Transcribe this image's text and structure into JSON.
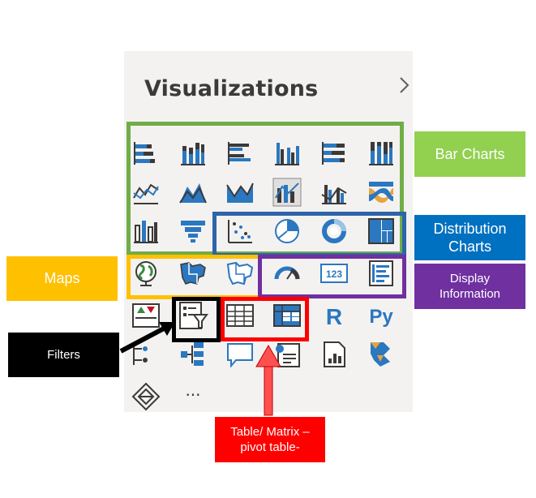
{
  "panel": {
    "title": "Visualizations",
    "expand_icon": "chevron-right-icon",
    "icons": [
      "stacked-bar-chart-icon",
      "stacked-column-chart-icon",
      "clustered-bar-chart-icon",
      "clustered-column-chart-icon",
      "100-stacked-bar-chart-icon",
      "100-stacked-column-chart-icon",
      "line-chart-icon",
      "area-chart-icon",
      "stacked-area-chart-icon",
      "line-and-stacked-column-chart-icon",
      "line-and-clustered-column-chart-icon",
      "ribbon-chart-icon",
      "waterfall-chart-icon",
      "funnel-chart-icon",
      "scatter-chart-icon",
      "pie-chart-icon",
      "donut-chart-icon",
      "treemap-icon",
      "map-icon",
      "filled-map-icon",
      "shape-map-icon",
      "gauge-icon",
      "card-icon",
      "multi-row-card-icon",
      "kpi-icon",
      "slicer-icon",
      "table-icon",
      "matrix-icon",
      "r-script-visual-icon",
      "python-visual-icon",
      "key-influencers-icon",
      "decomposition-tree-icon",
      "qa-icon",
      "smart-narrative-icon",
      "paginated-report-icon",
      "power-automate-icon",
      "power-apps-icon",
      "more-visuals-icon"
    ],
    "r_glyph": "R",
    "py_glyph": "Py",
    "card_glyph": "123",
    "more_glyph": "···"
  },
  "labels": {
    "bar_charts": "Bar Charts",
    "distribution_charts": "Distribution Charts",
    "display_information": "Display Information",
    "maps": "Maps",
    "filters": "Filters",
    "table_matrix": "Table/ Matrix – pivot table-"
  },
  "colors": {
    "bar_charts": "#92d050",
    "distribution_charts": "#0070c0",
    "display_information": "#7030a0",
    "maps": "#ffc000",
    "filters": "#000000",
    "table_matrix": "#ff0000",
    "panel_bg": "#f3f2f1",
    "icon_blue": "#2b77c0",
    "icon_dark": "#3b3a39"
  }
}
